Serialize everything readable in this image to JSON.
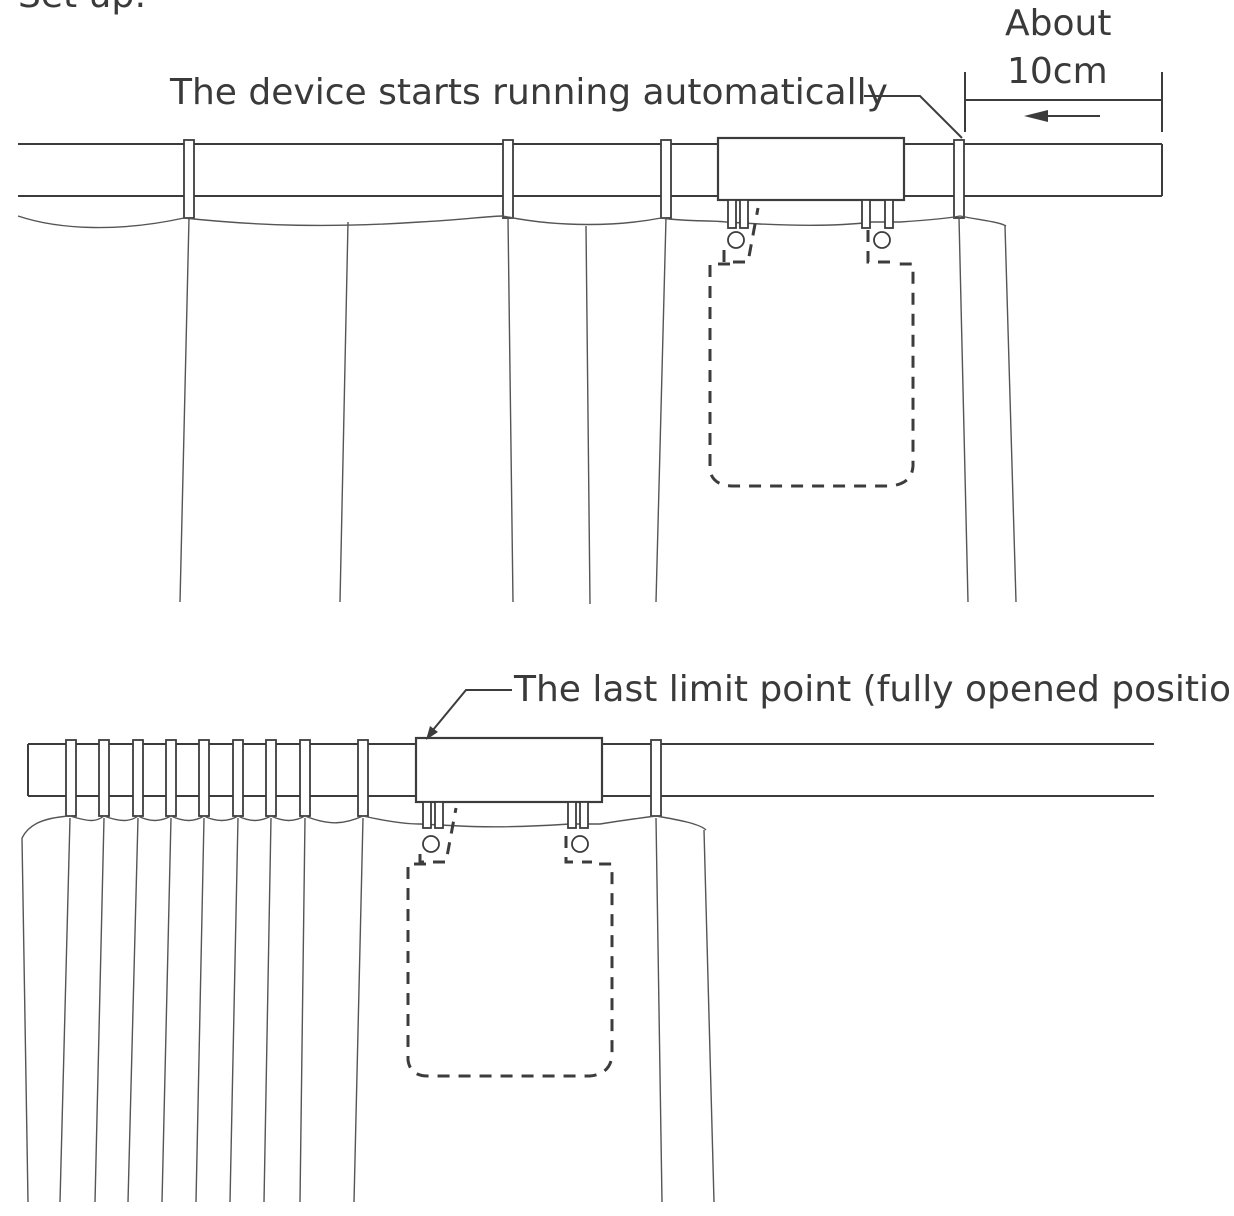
{
  "page": {
    "heading_fragment": "Set up:"
  },
  "diagram_top": {
    "callout": "The device starts running automatically",
    "distance_label_line1": "About",
    "distance_label_line2": "10cm"
  },
  "diagram_bottom": {
    "callout": "The last limit point (fully opened position)"
  },
  "colors": {
    "line": "#3c3c3c",
    "text": "#3a3a3a",
    "background": "#ffffff"
  }
}
